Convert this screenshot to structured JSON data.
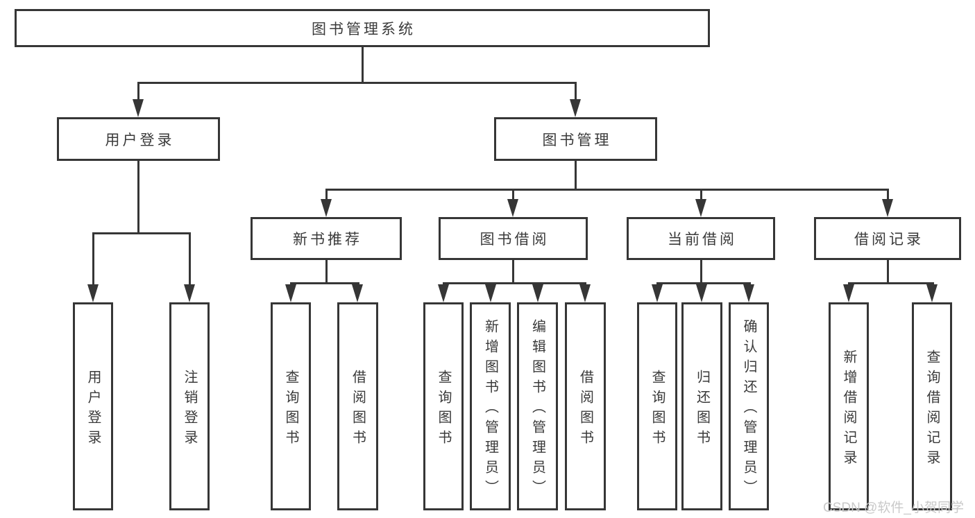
{
  "nodes": {
    "root": "图书管理系统",
    "user_login": "用户登录",
    "book_management": "图书管理",
    "new_book_rec": "新书推荐",
    "book_borrow": "图书借阅",
    "current_borrow": "当前借阅",
    "borrow_records": "借阅记录",
    "leaf_user_login": "用户登录",
    "leaf_logout": "注销登录",
    "leaf_nbr_query": "查询图书",
    "leaf_nbr_borrow": "借阅图书",
    "leaf_bb_query": "查询图书",
    "leaf_bb_add": "新增图书（管理员）",
    "leaf_bb_edit": "编辑图书（管理员）",
    "leaf_bb_borrow": "借阅图书",
    "leaf_cb_query": "查询图书",
    "leaf_cb_return": "归还图书",
    "leaf_cb_confirm": "确认归还（管理员）",
    "leaf_br_add": "新增借阅记录",
    "leaf_br_query": "查询借阅记录"
  },
  "watermark": "CSDN @软件_小贺同学",
  "colors": {
    "line": "#363636",
    "text": "#3a3a3a",
    "box_background": "#ffffff",
    "page_background": "#ffffff",
    "watermark": "#c9c9c9"
  }
}
